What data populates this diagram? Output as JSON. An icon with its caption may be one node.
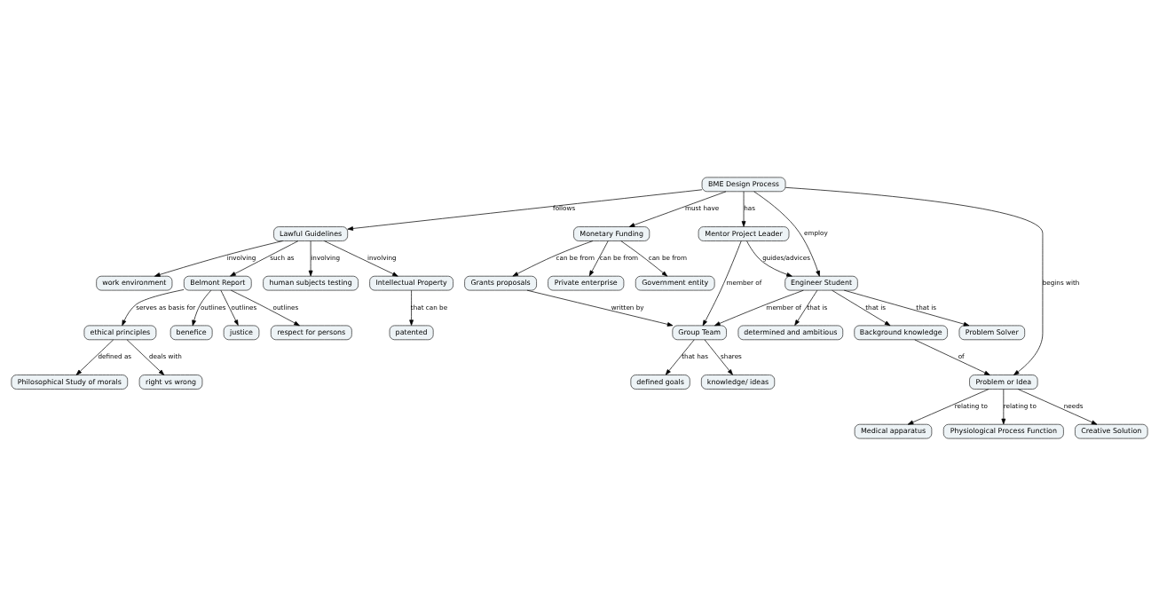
{
  "diagram": {
    "nodes": [
      {
        "text": [
          "Philosophical Study of morals"
        ]
      },
      {
        "text": [
          "right vs wrong"
        ]
      },
      {
        "text": [
          "Government entity"
        ]
      },
      {
        "text": [
          "Grants proposals"
        ]
      },
      {
        "text": [
          "benefice"
        ]
      },
      {
        "text": [
          "ethical principles"
        ]
      },
      {
        "text": [
          "justice"
        ]
      },
      {
        "text": [
          "Private enterprise"
        ]
      },
      {
        "text": [
          "Monetary Funding"
        ]
      },
      {
        "text": [
          "Belmont Report"
        ]
      },
      {
        "text": [
          "respect for persons"
        ]
      },
      {
        "text": [
          "Lawful Guidelines"
        ]
      },
      {
        "text": [
          "human subjects testing"
        ]
      },
      {
        "text": [
          "BME Design Process"
        ]
      },
      {
        "text": [
          "Medical apparatus"
        ]
      },
      {
        "text": [
          "patented"
        ]
      },
      {
        "text": [
          "Intellectual Property"
        ]
      },
      {
        "text": [
          "Mentor Project Leader"
        ]
      },
      {
        "text": [
          "Problem or Idea"
        ]
      },
      {
        "text": [
          "work environment"
        ]
      },
      {
        "text": [
          "Physiological Process Function"
        ]
      },
      {
        "text": [
          "Engineer Student"
        ]
      },
      {
        "text": [
          "Group Team"
        ]
      },
      {
        "text": [
          "Creative Solution"
        ]
      },
      {
        "text": [
          "Background knowledge"
        ]
      },
      {
        "text": [
          "Problem Solver"
        ]
      },
      {
        "text": [
          "determined and ambitious"
        ]
      },
      {
        "text": [
          "defined goals"
        ]
      },
      {
        "text": [
          "knowledge/ ideas"
        ]
      }
    ],
    "edges": [
      {
        "from": 13,
        "to": 8,
        "label": "must have",
        "arrow": "to"
      },
      {
        "from": 13,
        "to": 11,
        "label": "follows",
        "arrow": "to"
      },
      {
        "from": 13,
        "to": 18,
        "label": "begins with",
        "arrow": "to"
      },
      {
        "from": 13,
        "to": 21,
        "label": "employ",
        "arrow": "to"
      },
      {
        "from": 13,
        "to": 17,
        "label": "has",
        "arrow": "to"
      },
      {
        "from": 8,
        "to": 2,
        "label": "can be from",
        "arrow": "to"
      },
      {
        "from": 8,
        "to": 3,
        "label": "can be from",
        "arrow": "to"
      },
      {
        "from": 8,
        "to": 7,
        "label": "can be from",
        "arrow": "to"
      },
      {
        "from": 3,
        "to": 22,
        "label": "written by",
        "arrow": "to"
      },
      {
        "from": 5,
        "to": 0,
        "label": "defined as",
        "arrow": "to"
      },
      {
        "from": 5,
        "to": 1,
        "label": "deals with",
        "arrow": "to"
      },
      {
        "from": 9,
        "to": 5,
        "label": "serves as basis for",
        "arrow": "to"
      },
      {
        "from": 9,
        "to": 4,
        "label": "outlines",
        "arrow": "to"
      },
      {
        "from": 9,
        "to": 6,
        "label": "outlines",
        "arrow": "to"
      },
      {
        "from": 9,
        "to": 10,
        "label": "outlines",
        "arrow": "to"
      },
      {
        "from": 11,
        "to": 9,
        "label": "such as",
        "arrow": "to"
      },
      {
        "from": 11,
        "to": 12,
        "label": "involving",
        "arrow": "to"
      },
      {
        "from": 11,
        "to": 16,
        "label": "involving",
        "arrow": "to"
      },
      {
        "from": 11,
        "to": 19,
        "label": "involving",
        "arrow": "to"
      },
      {
        "from": 16,
        "to": 15,
        "label": "that can be",
        "arrow": "to"
      },
      {
        "from": 18,
        "to": 14,
        "label": "relating to",
        "arrow": "to"
      },
      {
        "from": 18,
        "to": 20,
        "label": "relating to",
        "arrow": "to"
      },
      {
        "from": 18,
        "to": 23,
        "label": "needs",
        "arrow": "to"
      },
      {
        "from": 24,
        "to": 18,
        "label": "of",
        "arrow": "to"
      },
      {
        "from": 17,
        "to": 21,
        "label": "guides/advices",
        "arrow": "to"
      },
      {
        "from": 17,
        "to": 22,
        "label": "member of",
        "arrow": "to"
      },
      {
        "from": 21,
        "to": 22,
        "label": "member of",
        "arrow": "to"
      },
      {
        "from": 21,
        "to": 24,
        "label": "that is",
        "arrow": "to"
      },
      {
        "from": 21,
        "to": 26,
        "label": "that is",
        "arrow": "to"
      },
      {
        "from": 21,
        "to": 25,
        "label": "that is",
        "arrow": "to"
      },
      {
        "from": 22,
        "to": 28,
        "label": "shares",
        "arrow": "to"
      },
      {
        "from": 22,
        "to": 27,
        "label": "that has",
        "arrow": "to"
      }
    ]
  }
}
